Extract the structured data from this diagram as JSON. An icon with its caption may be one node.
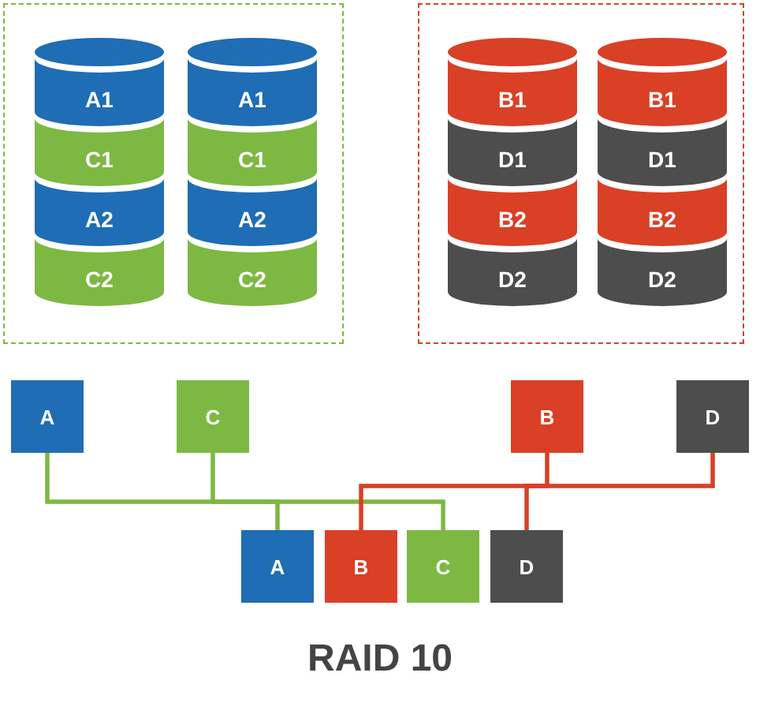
{
  "diagram": {
    "title": "RAID 10",
    "nodes": [
      {
        "text": [],
        "shape": "box"
      },
      {
        "text": [
          "A1"
        ],
        "in": 0
      },
      {
        "text": [
          "C1"
        ],
        "in": 0
      },
      {
        "text": [
          "A2"
        ],
        "in": 0
      },
      {
        "text": [
          "C2"
        ],
        "in": 0
      },
      {
        "text": [
          "A1"
        ],
        "in": 0
      },
      {
        "text": [
          "C1"
        ],
        "in": 0
      },
      {
        "text": [
          "A2"
        ],
        "in": 0
      },
      {
        "text": [
          "C2"
        ],
        "in": 0
      },
      {
        "text": [],
        "shape": "box"
      },
      {
        "text": [
          "B1"
        ],
        "in": 9
      },
      {
        "text": [
          "D1"
        ],
        "in": 9
      },
      {
        "text": [
          "B2"
        ],
        "in": 9
      },
      {
        "text": [
          "D2"
        ],
        "in": 9
      },
      {
        "text": [
          "B1"
        ],
        "in": 9
      },
      {
        "text": [
          "D1"
        ],
        "in": 9
      },
      {
        "text": [
          "B2"
        ],
        "in": 9
      },
      {
        "text": [
          "D2"
        ],
        "in": 9
      },
      {
        "text": [
          "A"
        ]
      },
      {
        "text": [
          "C"
        ]
      },
      {
        "text": [
          "B"
        ]
      },
      {
        "text": [
          "D"
        ]
      },
      {
        "text": [
          "A"
        ]
      },
      {
        "text": [
          "B"
        ]
      },
      {
        "text": [
          "C"
        ]
      },
      {
        "text": [
          "D"
        ]
      }
    ],
    "edges": [
      {
        "from": 18,
        "to": 22,
        "arrow": "none",
        "color": "#7db843"
      },
      {
        "from": 18,
        "to": 24,
        "arrow": "none",
        "color": "#7db843"
      },
      {
        "from": 19,
        "to": 22,
        "arrow": "none",
        "color": "#7db843"
      },
      {
        "from": 19,
        "to": 24,
        "arrow": "none",
        "color": "#7db843"
      },
      {
        "from": 20,
        "to": 23,
        "arrow": "none",
        "color": "#d94026"
      },
      {
        "from": 20,
        "to": 25,
        "arrow": "none",
        "color": "#d94026"
      },
      {
        "from": 21,
        "to": 23,
        "arrow": "none",
        "color": "#d94026"
      },
      {
        "from": 21,
        "to": 25,
        "arrow": "none",
        "color": "#d94026"
      }
    ]
  }
}
